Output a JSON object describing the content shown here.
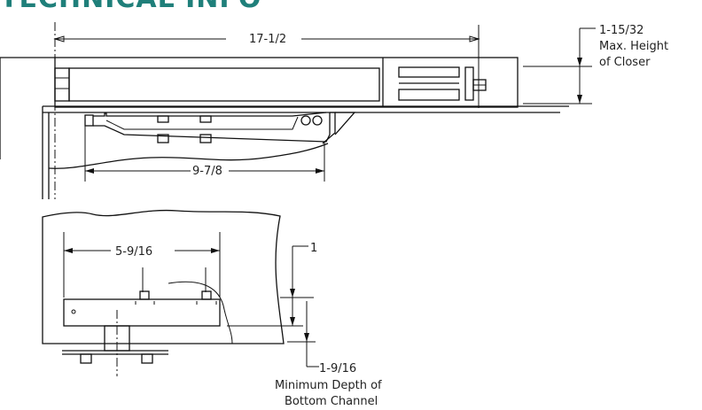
{
  "title": "TECHNICAL INFO",
  "dimensions": {
    "overall_length": "17-1/2",
    "max_height_value": "1-15/32",
    "max_height_caption_1": "Max. Height",
    "max_height_caption_2": "of Closer",
    "arm_length": "9-7/8",
    "spacing": "5-9/16",
    "side_value": "1",
    "min_depth_value": "1-9/16",
    "min_depth_caption_1": "Minimum Depth of",
    "min_depth_caption_2": "Bottom Channel"
  },
  "colors": {
    "title": "#1f7f7a",
    "line": "#111111"
  }
}
